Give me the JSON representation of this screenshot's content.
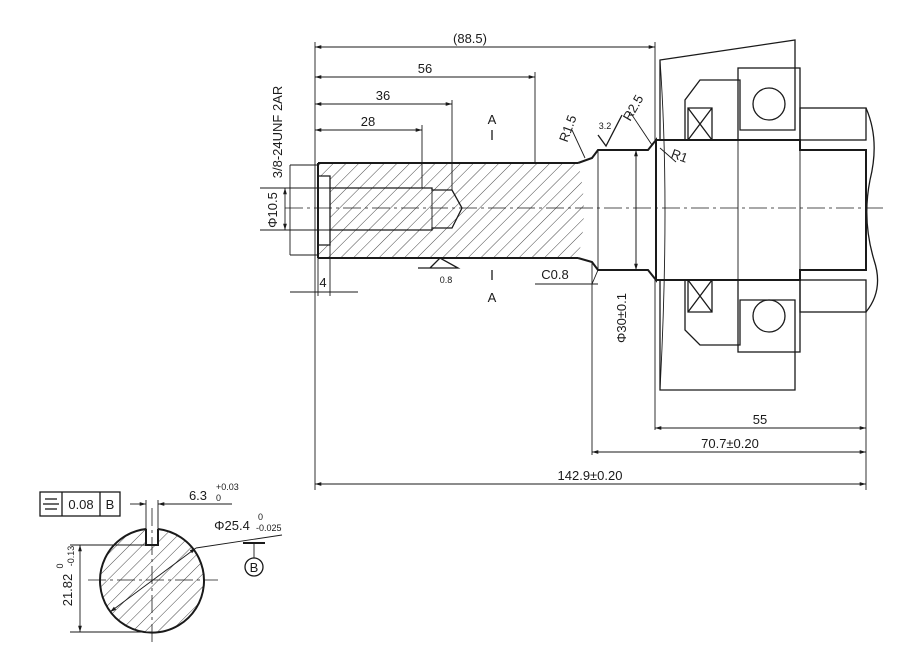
{
  "dimensions": {
    "overall_ref": "(88.5)",
    "len_56": "56",
    "len_36": "36",
    "len_28": "28",
    "len_4": "4",
    "thread": "3/8-24UNF 2AR",
    "bore_dia": "Φ10.5",
    "radius_1_5": "R1.5",
    "radius_2_5": "R2.5",
    "radius_1": "R1",
    "roughness_3_2": "3.2",
    "roughness_0_8": "0.8",
    "chamfer": "C0.8",
    "shaft_dia": "Φ30±0.1",
    "len_55": "55",
    "len_70_7": "70.7±0.20",
    "len_142_9": "142.9±0.20"
  },
  "section_labels": {
    "a_top": "A",
    "a_bottom": "A"
  },
  "section_view": {
    "flatness_symbol": "⌯",
    "tolerance": "0.08",
    "datum": "B",
    "key_width_nominal": "6.3",
    "key_width_upper": "+0.03",
    "key_width_lower": "0",
    "dia_nominal": "Φ25.4",
    "dia_upper": "0",
    "dia_lower": "-0.025",
    "flat_nominal": "21.82",
    "flat_upper": "0",
    "flat_lower": "-0.13",
    "datum_label": "B"
  }
}
